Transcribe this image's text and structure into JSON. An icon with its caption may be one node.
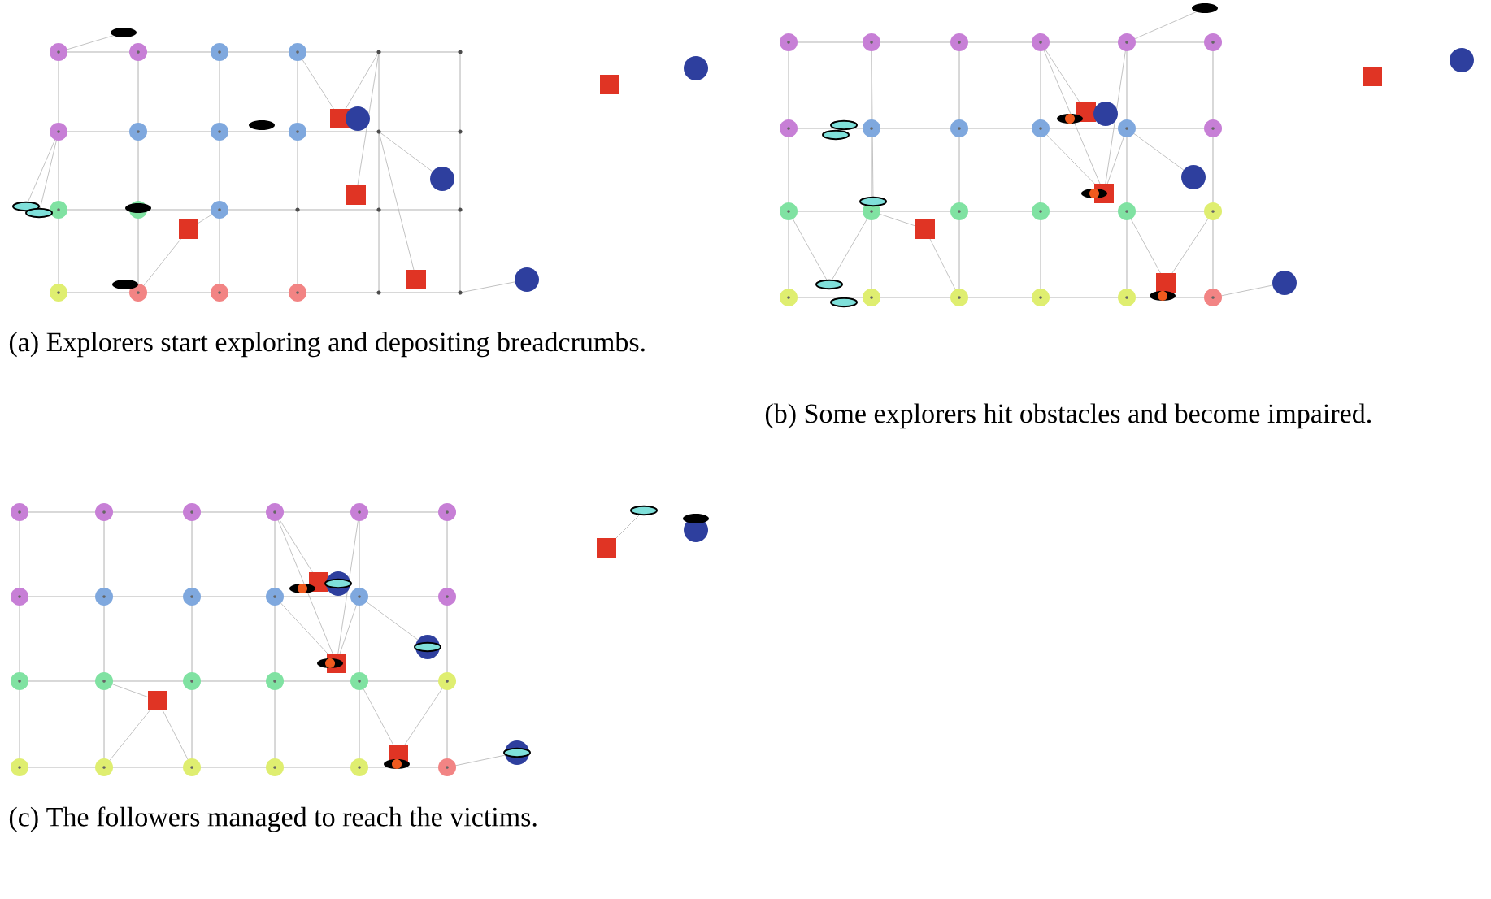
{
  "diagram": {
    "labels": [
      "(a) Explorers start exploring and depositing breadcrumbs.",
      "(b) Some explorers hit obstacles and become impaired.",
      "(c) The followers managed to reach the victims."
    ]
  }
}
